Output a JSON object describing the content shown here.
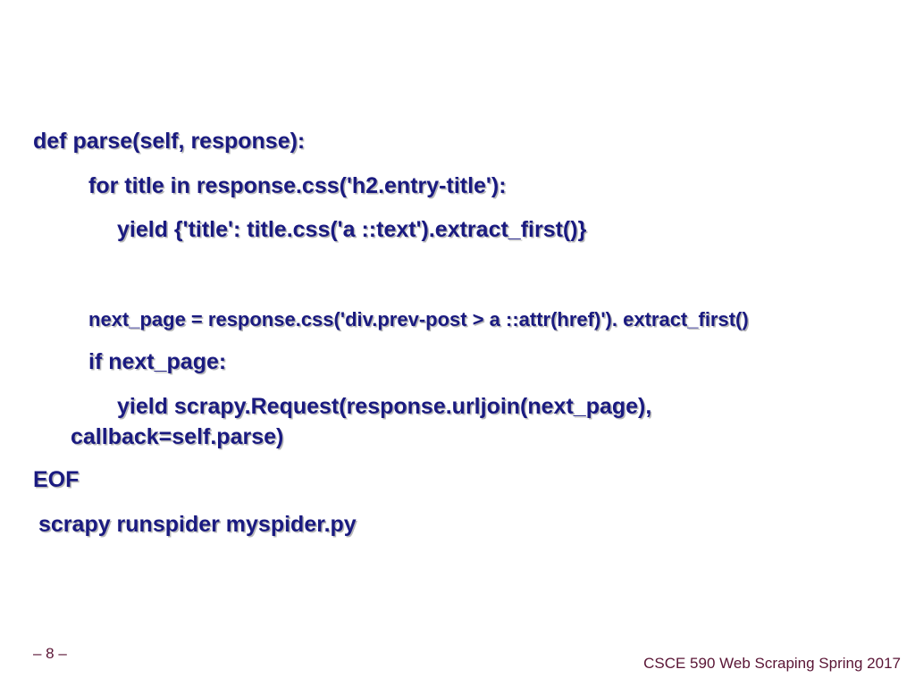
{
  "slide": {
    "lines": [
      "def parse(self, response):",
      "for title in response.css('h2.entry-title'):",
      "yield {'title': title.css('a ::text').extract_first()}",
      "next_page = response.css('div.prev-post > a ::attr(href)'). extract_first()",
      "if next_page:",
      "yield scrapy.Request(response.urljoin(next_page),",
      "callback=self.parse)",
      "EOF",
      "scrapy runspider myspider.py"
    ]
  },
  "footer": {
    "page_number": "– 8 –",
    "course": "CSCE 590 Web Scraping Spring 2017"
  },
  "colors": {
    "code_text": "#1a1a80",
    "footer_text": "#5a1535",
    "background": "#ffffff"
  }
}
